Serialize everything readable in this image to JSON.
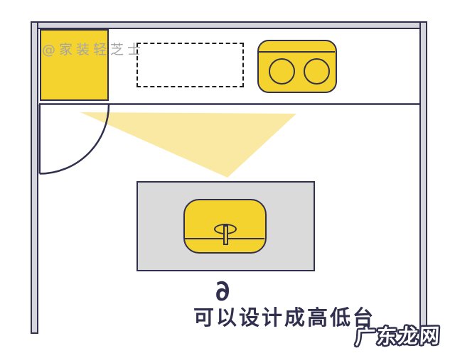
{
  "caption": {
    "text": "可以设计成高低台",
    "doodle": "∂"
  },
  "watermarks": {
    "creator": "@家装轻芝士",
    "site": "广东龙网"
  },
  "colors": {
    "background": "#FFFFFF",
    "line_navy": "#30304E",
    "accent_yellow": "#F5D32F",
    "light_beam_yellow": "#FAE9A2",
    "wall_fill_gray": "#D5D5DC",
    "island_fill_gray": "#DADADA",
    "dashed_outline": "#1C1C1C",
    "watermark_gray": "#A5A5A5",
    "watermark_white": "#FFFFFF"
  }
}
